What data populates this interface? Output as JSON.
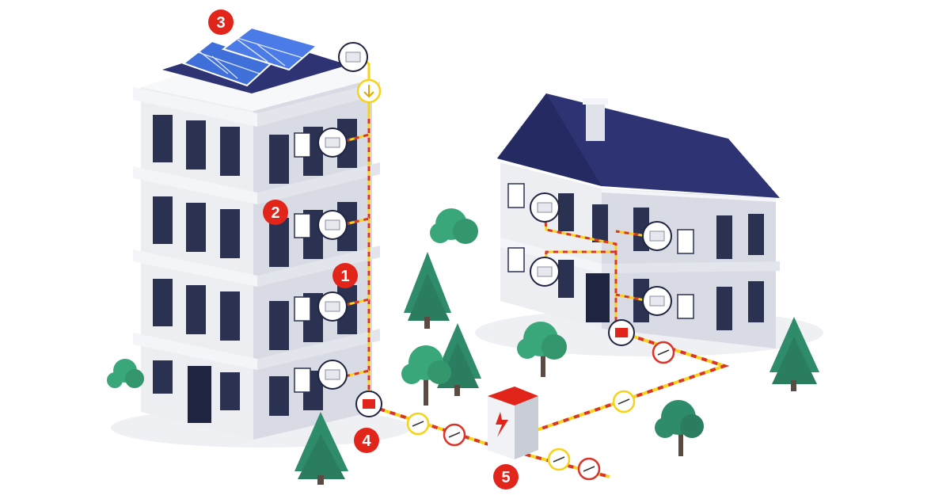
{
  "markers": [
    {
      "id": "1",
      "label": "1"
    },
    {
      "id": "2",
      "label": "2"
    },
    {
      "id": "3",
      "label": "3"
    },
    {
      "id": "4",
      "label": "4"
    },
    {
      "id": "5",
      "label": "5"
    }
  ],
  "colors": {
    "marker": "#e1251b",
    "wall": "#f1f2f5",
    "wall_shade": "#cfd3dc",
    "window": "#2b3150",
    "roof": "#2e3373",
    "solar": "#3f6fd8",
    "tree_pine": "#2f8c6a",
    "tree_round": "#3aa77a",
    "cable_yellow": "#f6d21b",
    "cable_red": "#d9352b"
  },
  "icons": [
    "solar-panel-icon",
    "meter-icon",
    "document-icon",
    "lightning-icon",
    "cable-connector-icon",
    "down-arrow-icon"
  ]
}
